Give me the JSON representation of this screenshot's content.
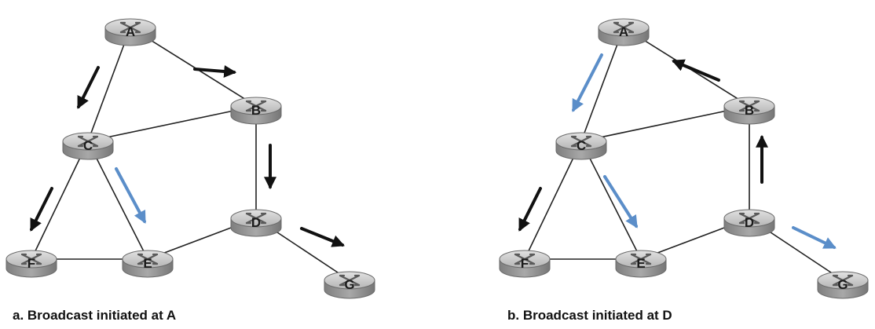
{
  "colors": {
    "link": "#222222",
    "arrow_black": "#111111",
    "arrow_blue": "#5b8ec9",
    "router_top": "#c9c9c9",
    "router_side": "#8e8e8e",
    "router_edge": "#6a6a6a"
  },
  "diagrams": [
    {
      "id": "a",
      "caption": "a. Broadcast initiated at A",
      "routers": [
        {
          "name": "A",
          "icon": "router-icon"
        },
        {
          "name": "B",
          "icon": "router-icon"
        },
        {
          "name": "C",
          "icon": "router-icon"
        },
        {
          "name": "D",
          "icon": "router-icon"
        },
        {
          "name": "E",
          "icon": "router-icon"
        },
        {
          "name": "F",
          "icon": "router-icon"
        },
        {
          "name": "G",
          "icon": "router-icon"
        }
      ],
      "links": [
        [
          "A",
          "B"
        ],
        [
          "A",
          "C"
        ],
        [
          "B",
          "C"
        ],
        [
          "B",
          "D"
        ],
        [
          "C",
          "E"
        ],
        [
          "C",
          "F"
        ],
        [
          "F",
          "E"
        ],
        [
          "E",
          "D"
        ],
        [
          "D",
          "G"
        ]
      ],
      "arrows": [
        {
          "from": "A",
          "to": "B",
          "color": "black"
        },
        {
          "from": "A",
          "to": "C",
          "color": "black"
        },
        {
          "from": "B",
          "to": "D",
          "color": "black"
        },
        {
          "from": "C",
          "to": "F",
          "color": "black"
        },
        {
          "from": "C",
          "to": "E",
          "color": "blue"
        },
        {
          "from": "D",
          "to": "G",
          "color": "black"
        }
      ]
    },
    {
      "id": "b",
      "caption": "b. Broadcast initiated at D",
      "routers": [
        {
          "name": "A",
          "icon": "router-icon"
        },
        {
          "name": "B",
          "icon": "router-icon"
        },
        {
          "name": "C",
          "icon": "router-icon"
        },
        {
          "name": "D",
          "icon": "router-icon"
        },
        {
          "name": "E",
          "icon": "router-icon"
        },
        {
          "name": "F",
          "icon": "router-icon"
        },
        {
          "name": "G",
          "icon": "router-icon"
        }
      ],
      "links": [
        [
          "A",
          "B"
        ],
        [
          "A",
          "C"
        ],
        [
          "B",
          "C"
        ],
        [
          "B",
          "D"
        ],
        [
          "C",
          "E"
        ],
        [
          "C",
          "F"
        ],
        [
          "F",
          "E"
        ],
        [
          "E",
          "D"
        ],
        [
          "D",
          "G"
        ]
      ],
      "arrows": [
        {
          "from": "B",
          "to": "A",
          "color": "black"
        },
        {
          "from": "A",
          "to": "C",
          "color": "blue"
        },
        {
          "from": "D",
          "to": "B",
          "color": "black"
        },
        {
          "from": "C",
          "to": "E",
          "color": "blue"
        },
        {
          "from": "C",
          "to": "F",
          "color": "black"
        },
        {
          "from": "D",
          "to": "G",
          "color": "blue"
        }
      ]
    }
  ]
}
